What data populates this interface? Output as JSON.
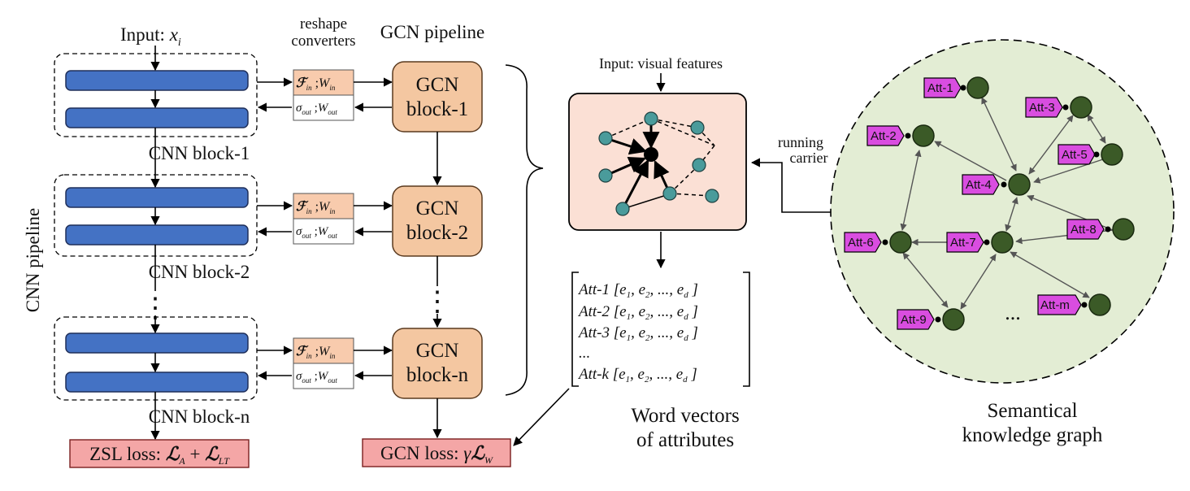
{
  "cnn": {
    "input_label": "Input: ",
    "input_var": "x",
    "input_sub": "i",
    "pipeline_label": "CNN pipeline",
    "block_labels": [
      "CNN block-1",
      "CNN block-2",
      "CNN block-n"
    ],
    "dots": "⋮",
    "loss_prefix": "ZSL loss: ",
    "loss_formula_a": "ℒ",
    "loss_sub_a": "A",
    "loss_plus": " + ",
    "loss_formula_b": "ℒ",
    "loss_sub_b": "LT"
  },
  "converters": {
    "title_line1": "reshape",
    "title_line2": "converters",
    "in_f": "ℱ",
    "in_f_sub": "in",
    "in_sep": " ;",
    "in_w": "W",
    "in_w_sub": "in",
    "out_s": "σ",
    "out_s_sub": "out",
    "out_sep": " ;",
    "out_w": "W",
    "out_w_sub": "out"
  },
  "gcn": {
    "pipeline_label": "GCN pipeline",
    "block_line1": "GCN",
    "block_labels": [
      "block-1",
      "block-2",
      "block-n"
    ],
    "dots": "⋮",
    "loss_prefix": "GCN loss: ",
    "loss_gamma": "γ",
    "loss_l": "ℒ",
    "loss_sub": "W"
  },
  "graph_panel": {
    "input_label": "Input: visual features"
  },
  "word_vectors": {
    "rows": [
      {
        "name": "Att-1",
        "vec": "[e",
        "s1": "1",
        "m1": ", e",
        "s2": "2",
        "m2": ", ..., e",
        "s3": "d",
        "end": " ]"
      },
      {
        "name": "Att-2",
        "vec": "[e",
        "s1": "1",
        "m1": ", e",
        "s2": "2",
        "m2": ", ..., e",
        "s3": "d",
        "end": " ]"
      },
      {
        "name": "Att-3",
        "vec": "[e",
        "s1": "1",
        "m1": ", e",
        "s2": "2",
        "m2": ", ..., e",
        "s3": "d",
        "end": " ]"
      },
      {
        "name": "...",
        "vec": "",
        "s1": "",
        "m1": "",
        "s2": "",
        "m2": "",
        "s3": "",
        "end": ""
      },
      {
        "name": "Att-k",
        "vec": "[e",
        "s1": "1",
        "m1": ", e",
        "s2": "2",
        "m2": ", ..., e",
        "s3": "d",
        "end": " ]"
      }
    ],
    "caption_line1": "Word vectors",
    "caption_line2": "of attributes"
  },
  "knowledge_graph": {
    "carrier_line1": "running",
    "carrier_line2": "carrier",
    "attributes": [
      "Att-1",
      "Att-2",
      "Att-3",
      "Att-4",
      "Att-5",
      "Att-6",
      "Att-7",
      "Att-8",
      "Att-9",
      "Att-m"
    ],
    "ellipsis": "...",
    "caption_line1": "Semantical",
    "caption_line2": "knowledge graph"
  },
  "colors": {
    "cnn_bar": "#4472c4",
    "converter_in": "#f8cbad",
    "gcn_block": "#f4c7a1",
    "loss_box": "#f4a6a6",
    "panel_bg": "#fbe0d5",
    "panel_node": "#4a9b9b",
    "kg_bg": "#e3edd4",
    "kg_node": "#3b5a27",
    "att_tag": "#d94de0"
  }
}
